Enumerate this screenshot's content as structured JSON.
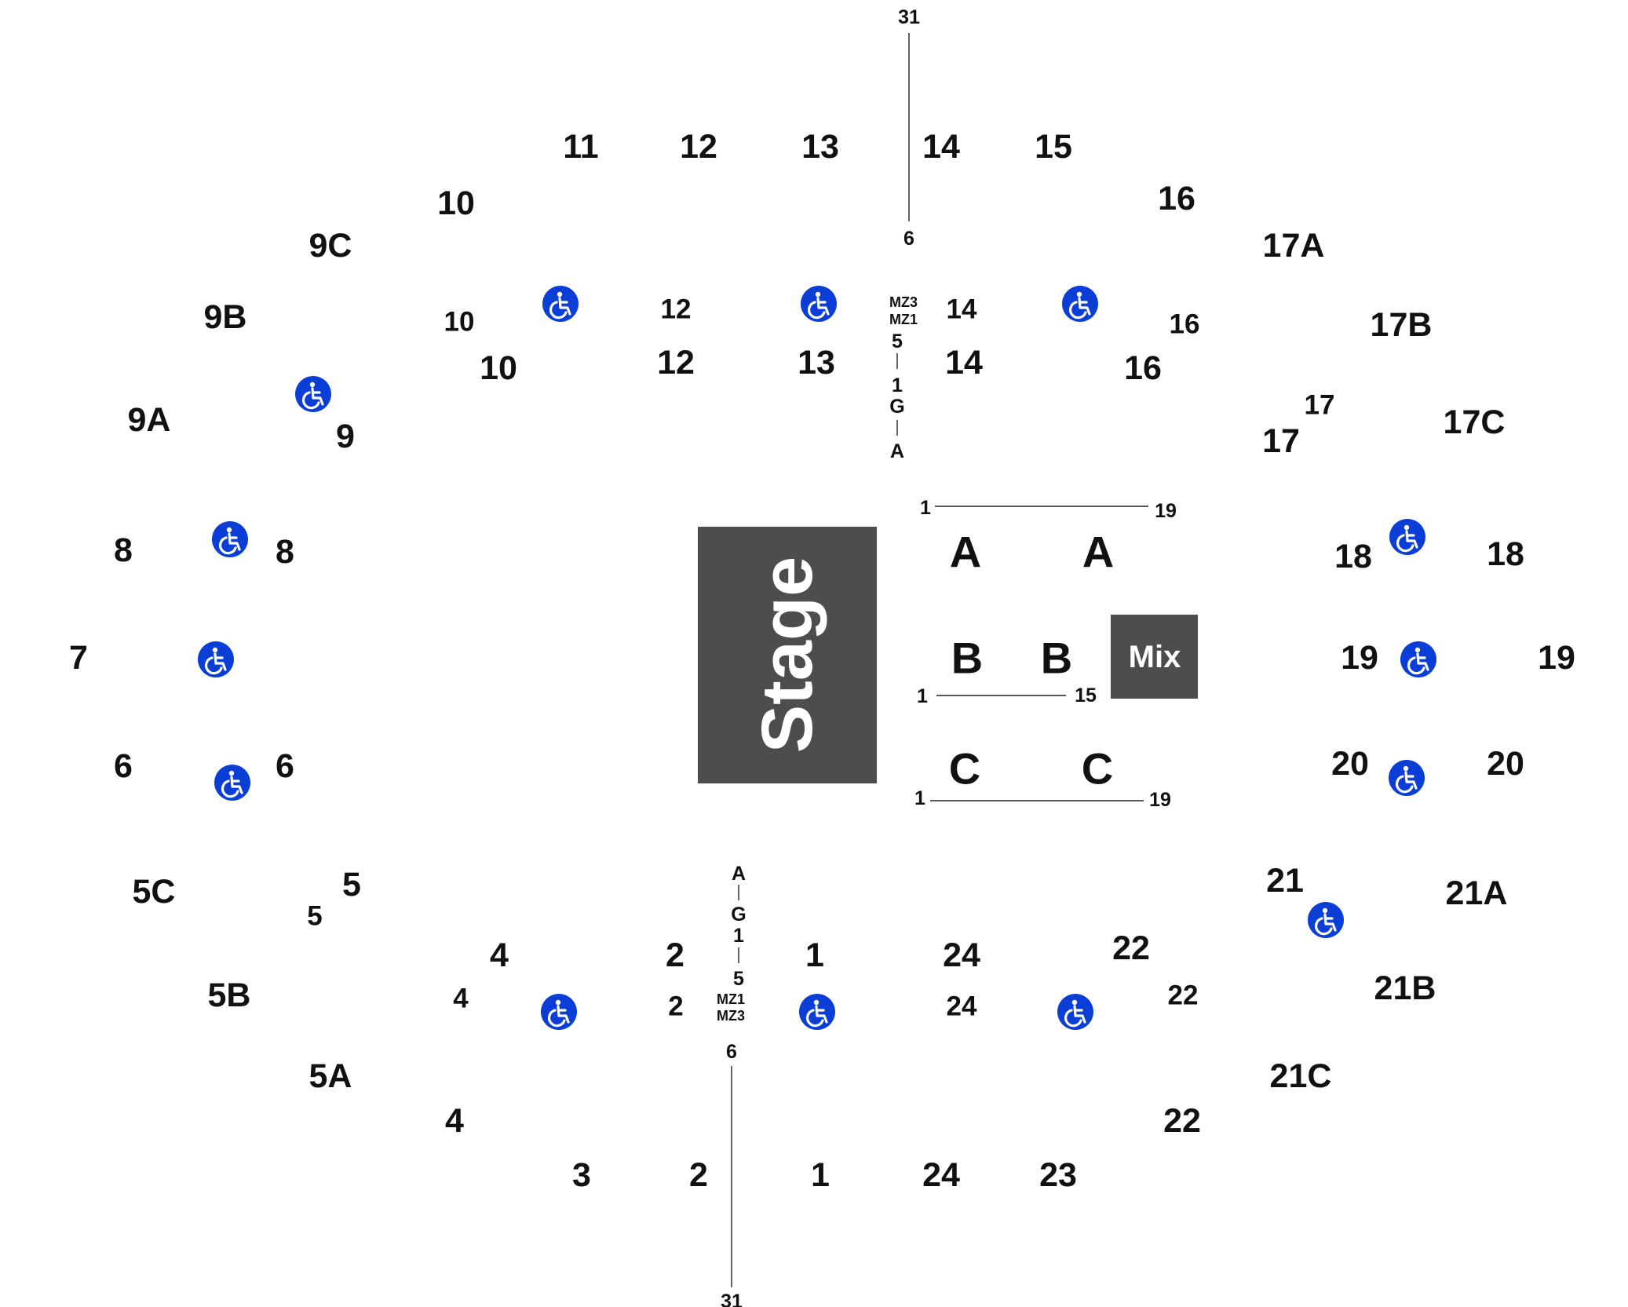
{
  "stage": {
    "label": "Stage",
    "color": "#4d4d4d"
  },
  "mix": {
    "label": "Mix",
    "color": "#4d4d4d"
  },
  "accessible_icon": {
    "icon": "wheelchair-icon",
    "color": "#0a3ed6"
  },
  "sections": {
    "upper_ring": [
      "11",
      "12",
      "13",
      "14",
      "15",
      "10",
      "16",
      "9C",
      "17A",
      "9B",
      "17B",
      "9A",
      "17C",
      "8",
      "18",
      "7",
      "19",
      "6",
      "20",
      "5C",
      "21A",
      "5B",
      "21B",
      "5A",
      "21C",
      "4",
      "22",
      "3",
      "2",
      "1",
      "24",
      "23"
    ],
    "lower_ring": [
      "10",
      "12",
      "14",
      "16",
      "10",
      "12",
      "13",
      "14",
      "16",
      "9",
      "17",
      "17",
      "8",
      "18",
      "19",
      "6",
      "20",
      "5",
      "5",
      "21",
      "4",
      "2",
      "1",
      "24",
      "22",
      "4",
      "2",
      "24",
      "22"
    ]
  },
  "floor": {
    "rows": [
      "A",
      "A",
      "B",
      "B",
      "C",
      "C"
    ],
    "seat_numbers": [
      "1",
      "19",
      "1",
      "15",
      "1",
      "19"
    ]
  },
  "aisle_top": {
    "rows": [
      "31",
      "6",
      "MZ3",
      "MZ1",
      "5",
      "1",
      "G",
      "A"
    ]
  },
  "aisle_bottom": {
    "rows": [
      "A",
      "G",
      "1",
      "5",
      "MZ1",
      "MZ3",
      "6",
      "31"
    ]
  }
}
